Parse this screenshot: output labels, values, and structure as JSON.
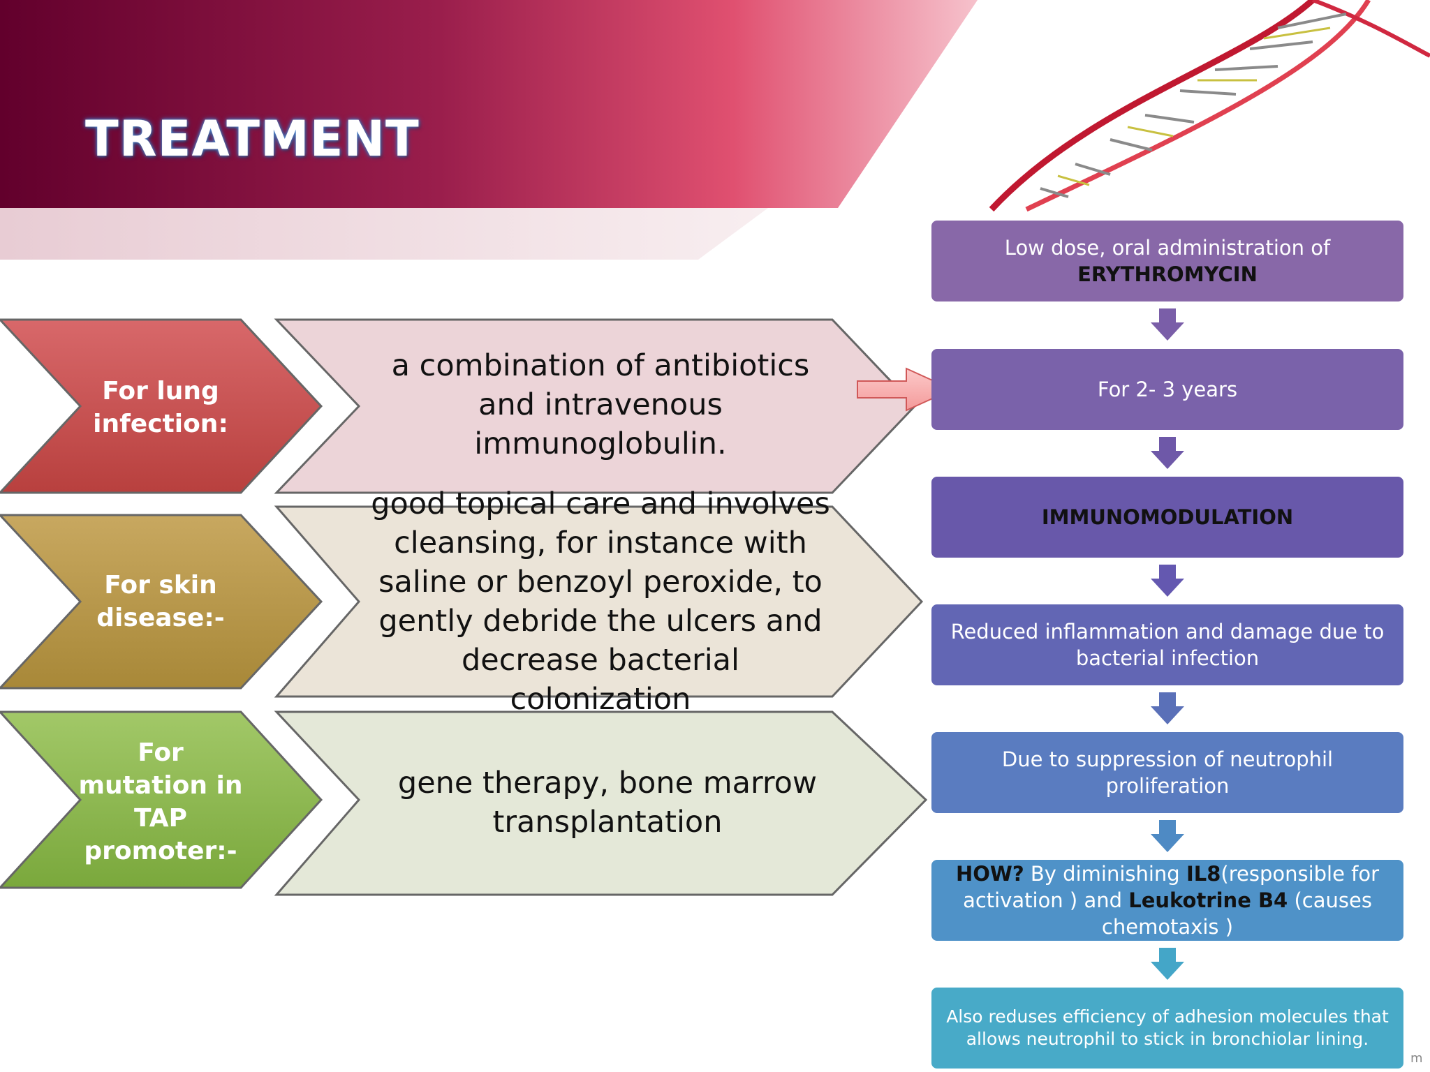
{
  "title": "TREATMENT",
  "rows": [
    {
      "label": "For lung infection:",
      "text": "a combination of antibiotics and intravenous immunoglobulin.",
      "color": "#c9504c"
    },
    {
      "label": "For skin disease:-",
      "text": "good topical care and involves cleansing, for instance with saline or benzoyl peroxide, to gently debride the ulcers and decrease bacterial colonization",
      "color": "#b89848"
    },
    {
      "label": "For mutation in TAP promoter:-",
      "text": "gene therapy, bone marrow transplantation",
      "color": "#8cb848"
    }
  ],
  "flow": [
    {
      "pre": "Low dose, oral administration of",
      "bold": "ERYTHROMYCIN",
      "color": "#8868a8"
    },
    {
      "text": "For 2- 3 years",
      "color": "#7a62aa"
    },
    {
      "bold": "IMMUNOMODULATION",
      "color": "#6858aa"
    },
    {
      "text": "Reduced inflammation and damage due to bacterial infection",
      "color": "#6266b4"
    },
    {
      "text": "Due to suppression of neutrophil proliferation",
      "color": "#5a7cc0"
    },
    {
      "segments": [
        {
          "t": "HOW?",
          "b": true
        },
        {
          "t": " By diminishing ",
          "b": false
        },
        {
          "t": "IL8",
          "b": true
        },
        {
          "t": "(responsible for activation ) and ",
          "b": false
        },
        {
          "t": "Leukotrine B4",
          "b": true
        },
        {
          "t": " (causes chemotaxis )",
          "b": false
        }
      ],
      "color": "#4f92c8"
    },
    {
      "text": "Also reduses efficiency of adhesion molecules that allows neutrophil to stick in bronchiolar lining.",
      "color": "#48aac8"
    }
  ],
  "corner_mark": "m"
}
